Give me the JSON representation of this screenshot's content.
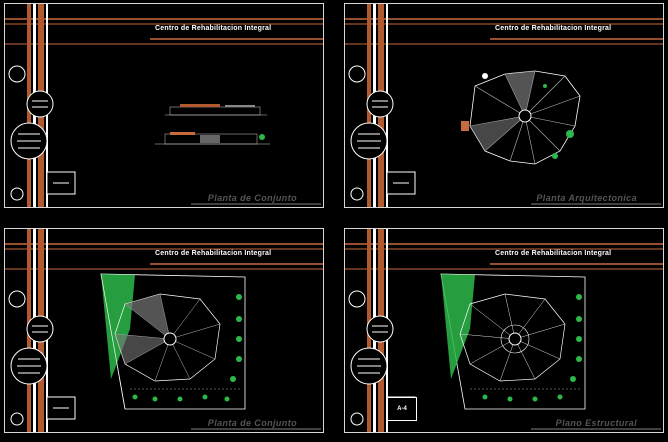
{
  "sheets": [
    {
      "title": "Centro de Rehabilitacion Integral",
      "label": "Planta de Conjunto",
      "sheet_no": ""
    },
    {
      "title": "Centro de Rehabilitacion Integral",
      "label": "Planta Arquitectonica",
      "sheet_no": ""
    },
    {
      "title": "Centro de Rehabilitacion Integral",
      "label": "Planta de Conjunto",
      "sheet_no": ""
    },
    {
      "title": "Centro de Rehabilitacion Integral",
      "label": "Plano Estructural",
      "sheet_no": "A-4"
    }
  ],
  "colors": {
    "accent": "#c86a3c",
    "stripe": "#b15a30",
    "green": "#2db84a",
    "frame": "#d8d8d8"
  }
}
